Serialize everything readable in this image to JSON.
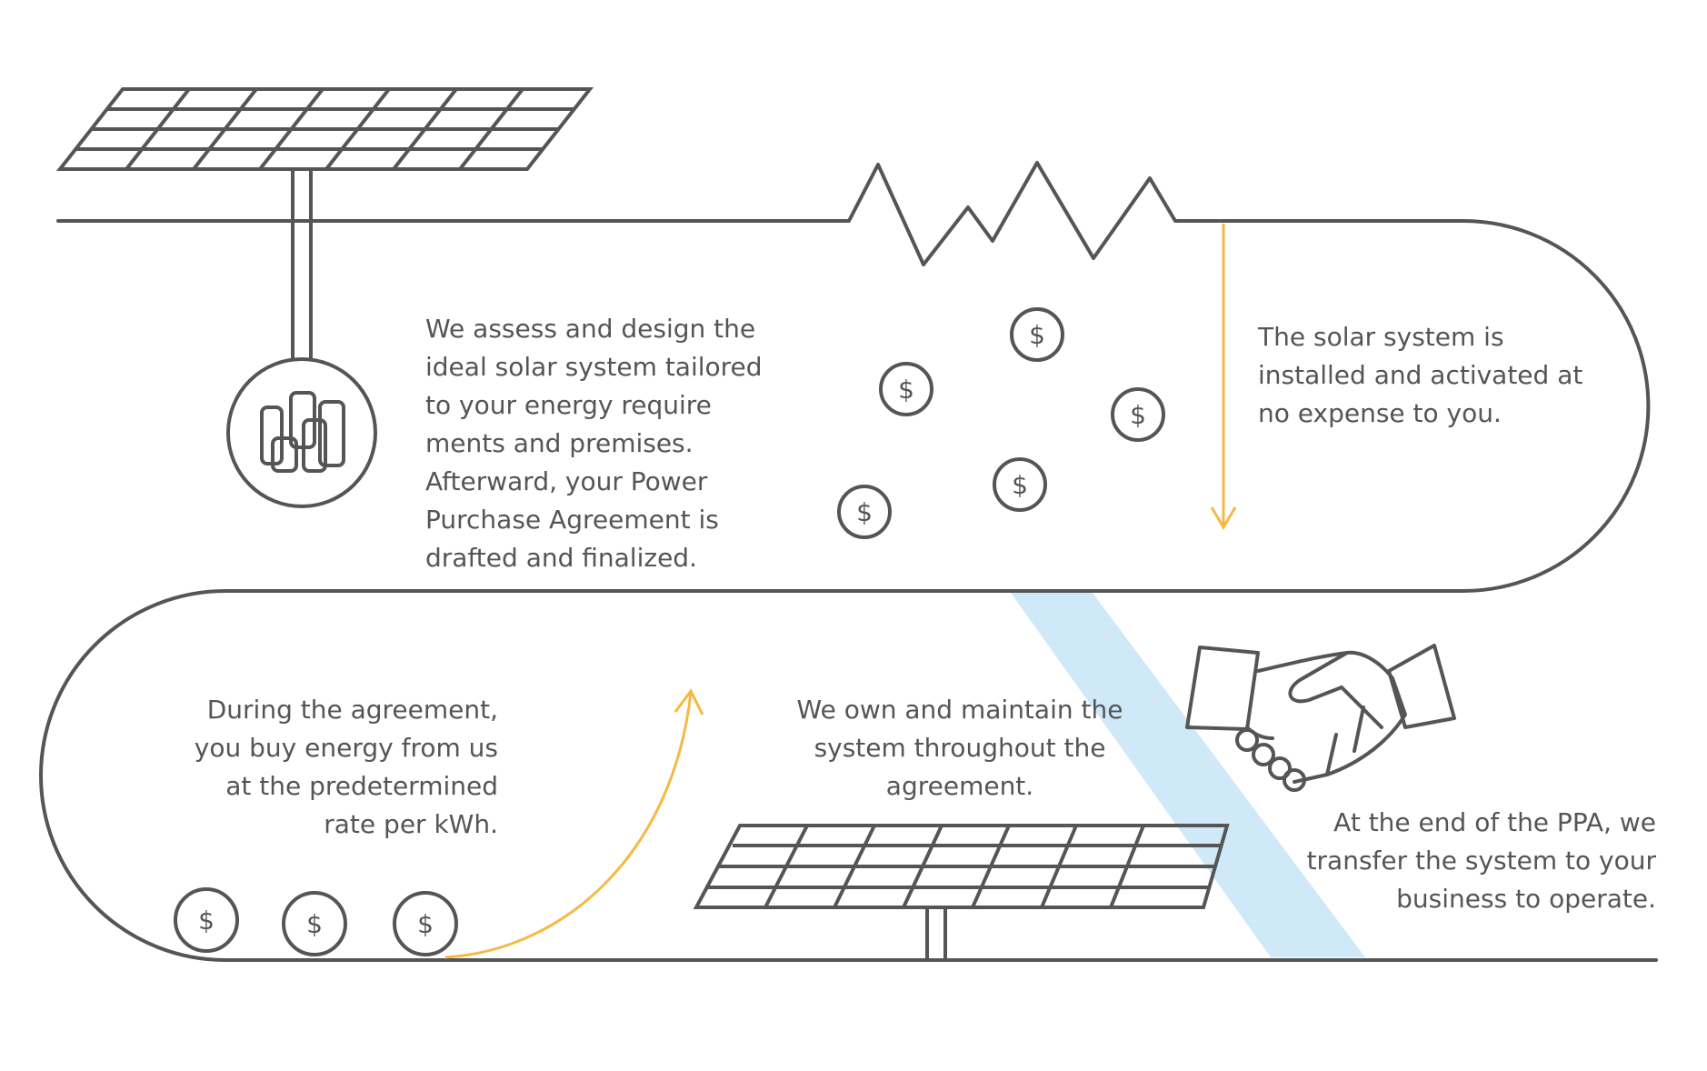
{
  "colors": {
    "stroke": "#555555",
    "accent": "#f5b942",
    "highlight": "#cfe9f8",
    "text": "#555555"
  },
  "icons": {
    "panel": "solar-panel-icon",
    "meter": "energy-cells-icon",
    "coin": "dollar-coin-icon",
    "handshake": "handshake-icon",
    "resistor": "zigzag-line-icon"
  },
  "coin_symbol": "$",
  "steps": [
    {
      "id": "assess",
      "lines": [
        "We assess and design the",
        "ideal solar system tailored",
        "to your energy require",
        "ments and premises.",
        "Afterward, your Power",
        "Purchase Agreement is",
        "drafted and finalized."
      ]
    },
    {
      "id": "install",
      "lines": [
        "The solar system is",
        "installed and activated at",
        "no expense to you."
      ]
    },
    {
      "id": "buy",
      "lines": [
        "During the agreement,",
        "you buy energy from us",
        "at the predetermined",
        "rate per kWh."
      ]
    },
    {
      "id": "maintain",
      "lines": [
        "We own and maintain the",
        "system throughout the",
        "agreement."
      ]
    },
    {
      "id": "transfer",
      "lines": [
        "At the end of the PPA, we",
        "transfer the system to your",
        "business to operate."
      ]
    }
  ]
}
